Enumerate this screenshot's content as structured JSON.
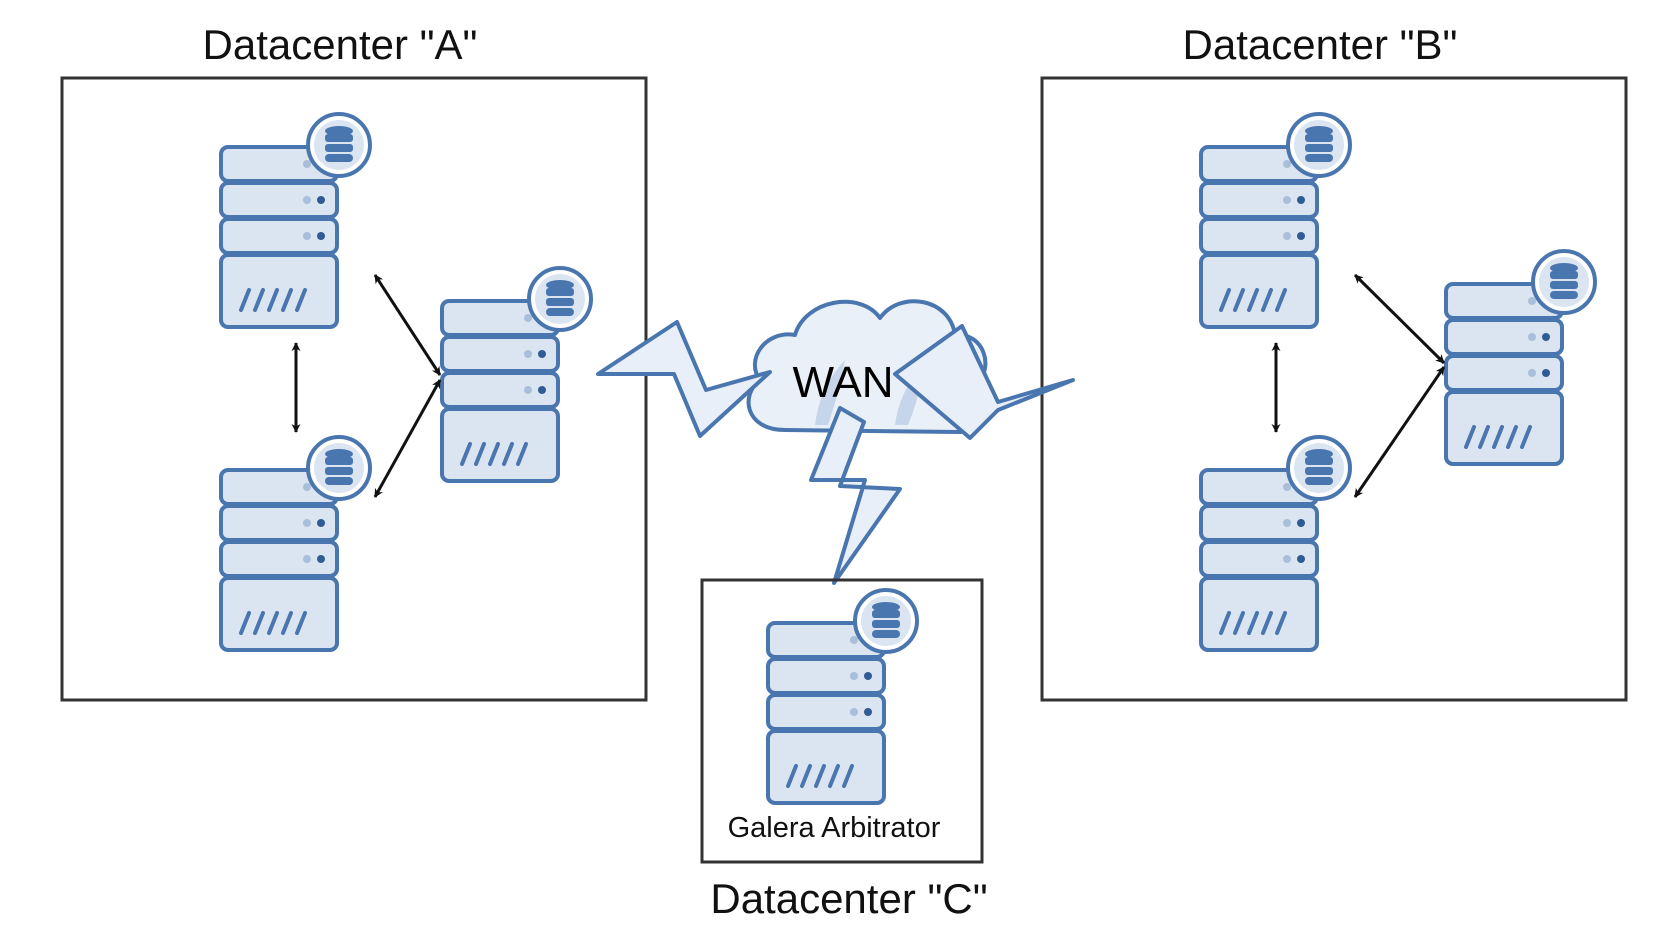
{
  "datacenters": [
    {
      "id": "a",
      "title": "Datacenter \"A\""
    },
    {
      "id": "b",
      "title": "Datacenter \"B\""
    },
    {
      "id": "c",
      "title": "Datacenter \"C\""
    }
  ],
  "network": {
    "label": "WAN"
  },
  "arbitrator": {
    "label": "Galera Arbitrator"
  },
  "colors": {
    "server_fill": "#dbe5f1",
    "server_stroke": "#4a76b0",
    "bolt_fill": "#e9eff8",
    "box_stroke": "#333333",
    "arrow": "#111111"
  },
  "icons": {
    "server": "server-icon",
    "database": "database-badge-icon",
    "cloud": "cloud-icon",
    "bolt": "lightning-bolt-icon"
  }
}
